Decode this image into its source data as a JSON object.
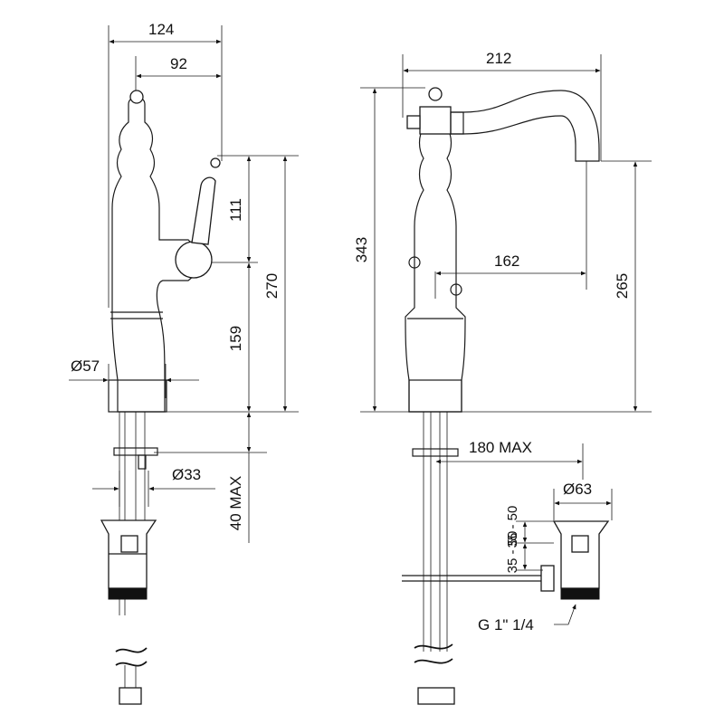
{
  "dimensions": {
    "left_width_overall": "124",
    "left_spout_offset": "92",
    "left_handle_height": "111",
    "left_total_height": "270",
    "left_lower_height": "159",
    "left_base_diameter": "Ø57",
    "left_shank_diameter": "Ø33",
    "left_max_thickness": "40 MAX",
    "right_width_overall": "212",
    "right_total_height": "343",
    "right_spout_reach": "162",
    "right_spout_height": "265",
    "right_pull_rod_max": "180 MAX",
    "right_waste_diameter": "Ø63",
    "right_waste_range_upper": "35 - 50",
    "right_waste_range_lower": "35 - 50",
    "right_thread": "G 1\" 1/4"
  }
}
